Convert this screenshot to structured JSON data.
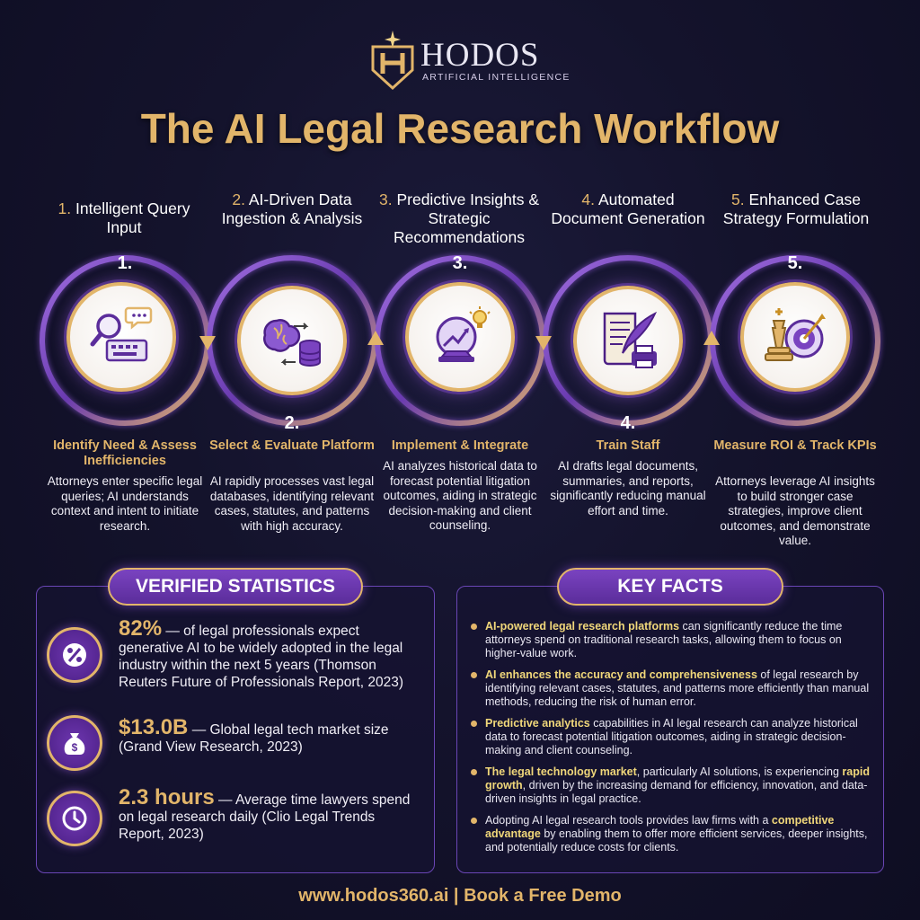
{
  "brand": {
    "name": "HODOS",
    "tagline": "ARTIFICIAL INTELLIGENCE",
    "gold": "#e2b56a",
    "purple": "#6a3bb0",
    "background": "#14132c"
  },
  "title": "The AI Legal Research Workflow",
  "steps": [
    {
      "num": "1.",
      "title": "Intelligent Query Input",
      "circle_label": "1.",
      "icon": "magnifier-keyboard-chat-icon",
      "heading": "Identify Need & Assess Inefficiencies",
      "desc": "Attorneys enter specific legal queries; AI understands context and intent to initiate research."
    },
    {
      "num": "2.",
      "title": "AI-Driven Data Ingestion & Analysis",
      "circle_label": "2.",
      "icon": "brain-database-icon",
      "heading": "Select & Evaluate Platform",
      "desc": "AI rapidly processes vast legal databases, identifying relevant cases, statutes, and patterns with high accuracy."
    },
    {
      "num": "3.",
      "title": "Predictive Insights & Strategic Recommendations",
      "circle_label": "3.",
      "icon": "crystal-ball-lightbulb-icon",
      "heading": "Implement & Integrate",
      "desc": "AI analyzes historical data to forecast potential litigation outcomes, aiding in strategic decision-making and client counseling."
    },
    {
      "num": "4.",
      "title": "Automated Document Generation",
      "circle_label": "4.",
      "icon": "scroll-quill-printer-icon",
      "heading": "Train Staff",
      "desc": "AI drafts legal documents, summaries, and reports, significantly reducing manual effort and time."
    },
    {
      "num": "5.",
      "title": "Enhanced Case Strategy Formulation",
      "circle_label": "5.",
      "icon": "chess-king-target-icon",
      "heading": "Measure ROI & Track KPIs",
      "desc": "Attorneys leverage AI insights to build stronger case strategies, improve client outcomes, and demonstrate value."
    }
  ],
  "stats": {
    "title": "VERIFIED STATISTICS",
    "items": [
      {
        "icon": "percent-icon",
        "value": "82%",
        "text": " — of legal professionals expect generative AI to be widely adopted in the legal industry within the next 5 years (Thomson Reuters Future of Professionals Report, 2023)"
      },
      {
        "icon": "money-bag-icon",
        "value": "$13.0B",
        "text": " — Global legal tech market size (Grand View Research, 2023)"
      },
      {
        "icon": "clock-icon",
        "value": "2.3 hours",
        "text": " — Average time lawyers spend on legal research daily (Clio Legal Trends Report, 2023)"
      }
    ]
  },
  "facts": {
    "title": "KEY FACTS",
    "items": [
      {
        "bold": "AI-powered legal research platforms",
        "rest": " can significantly reduce the time attorneys spend on traditional research tasks, allowing them to focus on higher-value work."
      },
      {
        "bold": "AI enhances the accuracy and comprehensiveness",
        "rest": " of legal research by identifying relevant cases, statutes, and patterns more efficiently than manual methods, reducing the risk of human error."
      },
      {
        "bold": "Predictive analytics",
        "rest": " capabilities in AI legal research can analyze historical data to forecast potential litigation outcomes, aiding in strategic decision-making and client counseling."
      },
      {
        "pre": "",
        "bold": "The legal technology market",
        "mid": ", particularly AI solutions, is experiencing ",
        "bold2": "rapid growth",
        "rest": ", driven by the increasing demand for efficiency, innovation, and data-driven insights in legal practice."
      },
      {
        "pre": "Adopting AI legal research tools provides law firms with a ",
        "bold": "competitive advantage",
        "rest": " by enabling them to offer more efficient services, deeper insights, and potentially reduce costs for clients."
      }
    ]
  },
  "footer": "www.hodos360.ai | Book a Free Demo"
}
